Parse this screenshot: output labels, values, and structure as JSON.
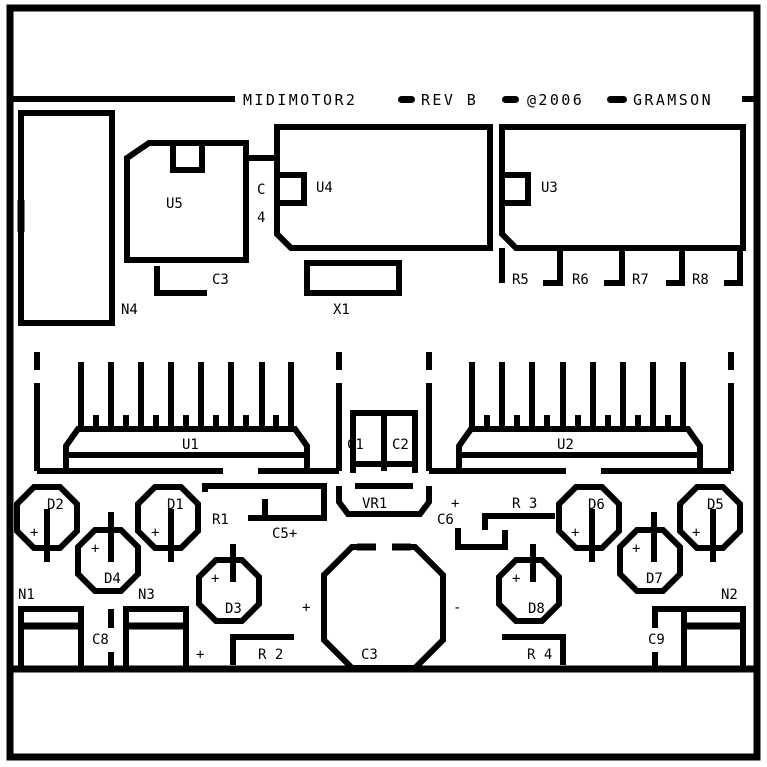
{
  "title": "MIDIMOTOR2",
  "rev": "REV B",
  "copyright": "@2006",
  "author": "GRAMSON",
  "labels": {
    "u5": "U5",
    "u4": "U4",
    "u3": "U3",
    "u1": "U1",
    "u2": "U2",
    "c3_top": "C3",
    "c_side": "C",
    "four_side": "4",
    "x1": "X1",
    "n4": "N4",
    "r5": "R5",
    "r6": "R6",
    "r7": "R7",
    "r8": "R8",
    "c1": "C1",
    "c2": "C2",
    "vr1": "VR1",
    "d1": "D1",
    "d2": "D2",
    "d3": "D3",
    "d4": "D4",
    "d5": "D5",
    "d6": "D6",
    "d7": "D7",
    "d8": "D8",
    "r1": "R1",
    "r2": "R 2",
    "r3": "R 3",
    "r4": "R 4",
    "c5": "C5+",
    "c6": "C6",
    "c8": "C8",
    "c9": "C9",
    "c3_big": "C3",
    "n1": "N1",
    "n2": "N2",
    "n3": "N3",
    "plus": "+",
    "minus": "-"
  }
}
